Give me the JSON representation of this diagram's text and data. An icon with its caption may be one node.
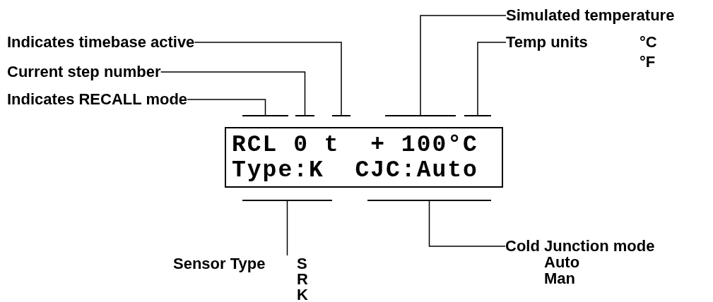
{
  "diagram": {
    "nodes": [
      {
        "text": [
          "RCL 0 t  + 100°C",
          "Type:K  CJC:Auto"
        ]
      },
      {
        "text": [
          "Indicates timebase active"
        ]
      },
      {
        "text": [
          "Current step number"
        ]
      },
      {
        "text": [
          "Indicates RECALL mode"
        ]
      },
      {
        "text": [
          "Simulated temperature"
        ]
      },
      {
        "text": [
          "Temp units"
        ],
        "beside": [
          "°C",
          "°F"
        ]
      },
      {
        "text": [
          "Sensor Type"
        ],
        "beside": [
          "S",
          "R",
          "K"
        ]
      },
      {
        "text": [
          "Cold Junction mode"
        ],
        "beside": [
          "Auto",
          "Man"
        ]
      },
      {
        "text": [],
        "shape": "bar"
      },
      {
        "text": [],
        "shape": "bar"
      },
      {
        "text": [],
        "shape": "bar"
      },
      {
        "text": [],
        "shape": "bar"
      },
      {
        "text": [],
        "shape": "bar"
      },
      {
        "text": [],
        "shape": "bar"
      },
      {
        "text": [],
        "shape": "bar"
      }
    ],
    "edges": [
      {
        "from": 3,
        "to": 8,
        "arrow": "none"
      },
      {
        "from": 2,
        "to": 9,
        "arrow": "none"
      },
      {
        "from": 1,
        "to": 10,
        "arrow": "none"
      },
      {
        "from": 4,
        "to": 11,
        "arrow": "none"
      },
      {
        "from": 5,
        "to": 12,
        "arrow": "none"
      },
      {
        "from": 6,
        "to": 13,
        "arrow": "none"
      },
      {
        "from": 7,
        "to": 14,
        "arrow": "none"
      }
    ]
  }
}
